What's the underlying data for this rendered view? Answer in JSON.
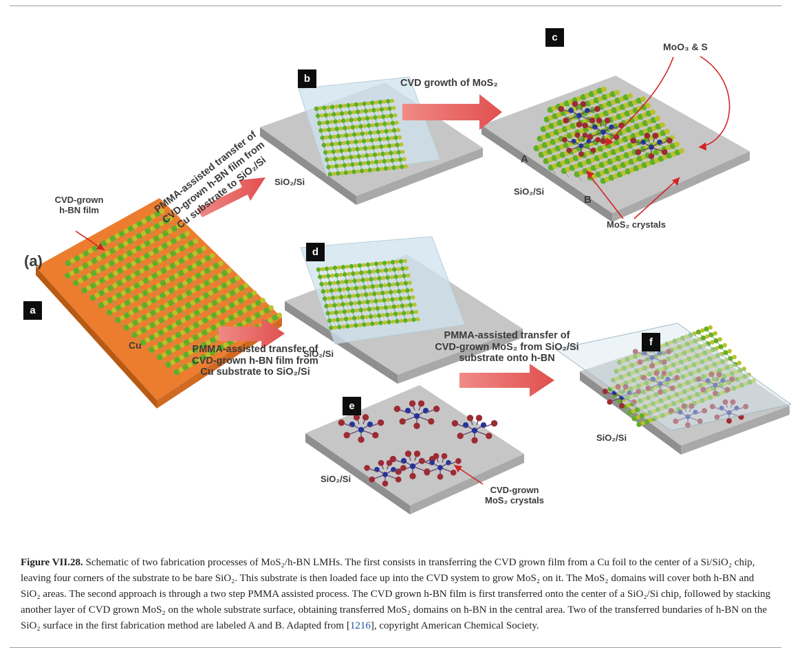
{
  "figure": {
    "panel_labels": {
      "a": "a",
      "b": "b",
      "c": "c",
      "d": "d",
      "e": "e",
      "f": "f"
    },
    "big_label": "(a)",
    "cu_label": "Cu",
    "hbn_film_label_1": "CVD-grown",
    "hbn_film_label_2": "h-BN film",
    "transfer_rotated": [
      "PMMA-assisted transfer of",
      "CVD-grown h-BN film from",
      "Cu substrate to SiO₂/Si"
    ],
    "transfer_bottom": [
      "PMMA-assisted transfer of",
      "CVD-grown h-BN film from",
      "Cu substrate to SiO₂/Si"
    ],
    "growth_label": "CVD growth of MoS₂",
    "moo3_label": "MoO₃ & S",
    "mos2_crystals_label": "MoS₂ crystals",
    "point_a": "A",
    "point_b": "B",
    "substrate_label": "SiO₂/Si",
    "transfer_mos2": [
      "PMMA-assisted transfer of",
      "CVD-grown MoS₂ from SiO₂/Si",
      "substrate  onto h-BN"
    ],
    "cvd_mos2_1": "CVD-grown",
    "cvd_mos2_2": "MoS₂ crystals"
  },
  "caption": {
    "label": "Figure VII.28.",
    "text_1": "  Schematic of two fabrication processes of MoS₂/h-BN LMHs. The first consists in transferring the CVD grown film from a Cu foil to the center of a Si/SiO₂ chip, leaving four corners of the substrate to be bare SiO₂. This substrate is then loaded face up into the CVD system to grow MoS₂ on it. The MoS₂ domains will cover both h-BN and SiO₂ areas. The second approach is through a two step PMMA assisted process. The CVD grown h-BN film is first transferred onto the center of a SiO₂/Si chip, followed by stacking another layer of CVD grown MoS₂ on the whole substrate surface, obtaining transferred MoS₂ domains on h-BN in the central area. Two of the transferred bundaries of h-BN on the SiO₂ surface in the first fabrication method are labeled A and B. Adapted from [",
    "ref": "1216",
    "text_2": "], copyright American Chemical Society."
  },
  "colors": {
    "cu": "#ec7d2f",
    "cu_edge": "#b85a14",
    "substrate_top": "#c6c6c6",
    "substrate_side": "#8f8f8f",
    "hbn_sheet": "#cfe3ee",
    "arrow": "#e35b5b",
    "atom_green": "#5fae2a",
    "atom_yellow": "#b9c22a",
    "atom_red": "#9c2b33",
    "atom_blue": "#24349a"
  }
}
